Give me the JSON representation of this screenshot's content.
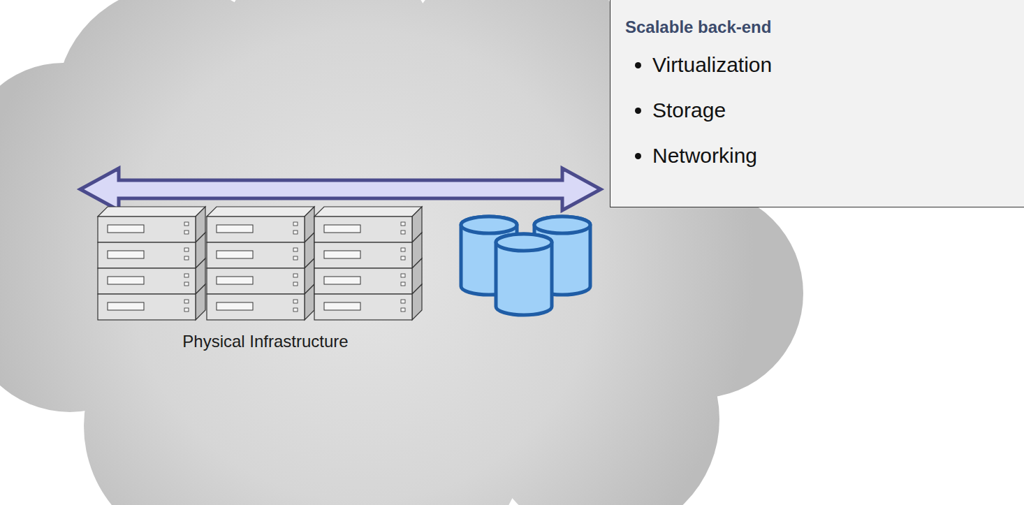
{
  "diagram": {
    "nodes": [
      {
        "text": [
          "Scalable back-end",
          "Virtualization",
          "Storage",
          "Networking"
        ]
      }
    ],
    "labels": [
      "Physical Infrastructure"
    ]
  }
}
